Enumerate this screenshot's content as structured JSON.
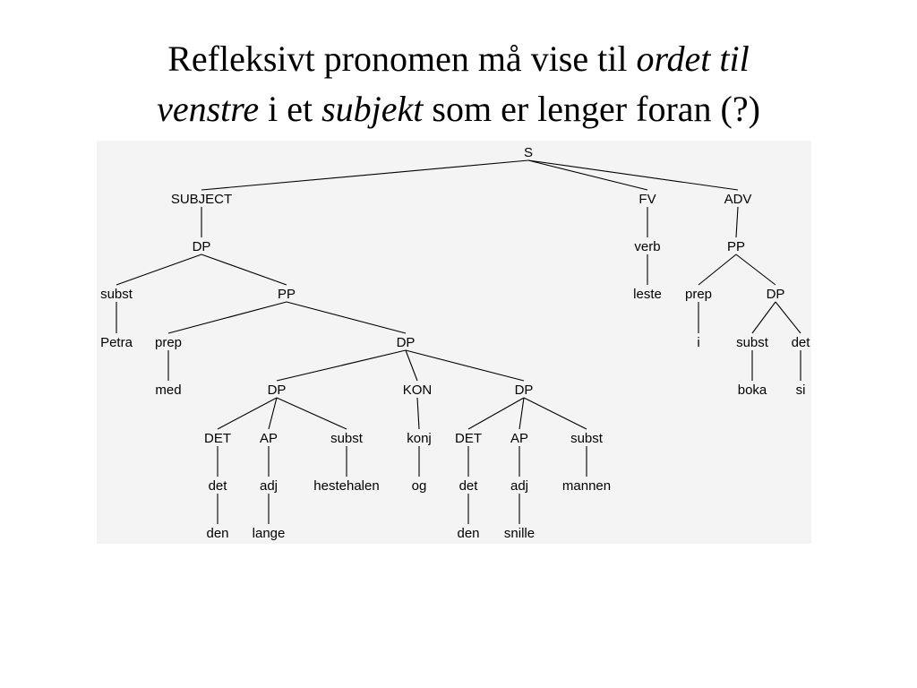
{
  "title": {
    "t1": "Refleksivt pronomen må vise til ",
    "t2": "ordet til",
    "t3": "venstre",
    "t4": " i et ",
    "t5": "subjekt",
    "t6": " som er lenger foran (?)"
  },
  "tree": {
    "nodes": [
      {
        "id": "S",
        "label": "S"
      },
      {
        "id": "SUBJ",
        "label": "SUBJECT"
      },
      {
        "id": "FV",
        "label": "FV"
      },
      {
        "id": "ADV",
        "label": "ADV"
      },
      {
        "id": "DP1",
        "label": "DP"
      },
      {
        "id": "verb",
        "label": "verb"
      },
      {
        "id": "PP2",
        "label": "PP"
      },
      {
        "id": "subst1",
        "label": "subst"
      },
      {
        "id": "PP1",
        "label": "PP"
      },
      {
        "id": "leste",
        "label": "leste"
      },
      {
        "id": "prep2",
        "label": "prep"
      },
      {
        "id": "DP5",
        "label": "DP"
      },
      {
        "id": "Petra",
        "label": "Petra"
      },
      {
        "id": "prep1",
        "label": "prep"
      },
      {
        "id": "DP2",
        "label": "DP"
      },
      {
        "id": "i",
        "label": "i"
      },
      {
        "id": "subst4",
        "label": "subst"
      },
      {
        "id": "det4",
        "label": "det"
      },
      {
        "id": "med",
        "label": "med"
      },
      {
        "id": "DP3",
        "label": "DP"
      },
      {
        "id": "KON",
        "label": "KON"
      },
      {
        "id": "DP4",
        "label": "DP"
      },
      {
        "id": "boka",
        "label": "boka"
      },
      {
        "id": "si",
        "label": "si"
      },
      {
        "id": "DET1",
        "label": "DET"
      },
      {
        "id": "AP1",
        "label": "AP"
      },
      {
        "id": "subst2",
        "label": "subst"
      },
      {
        "id": "konj",
        "label": "konj"
      },
      {
        "id": "DET2",
        "label": "DET"
      },
      {
        "id": "AP2",
        "label": "AP"
      },
      {
        "id": "subst3",
        "label": "subst"
      },
      {
        "id": "det1",
        "label": "det"
      },
      {
        "id": "adj1",
        "label": "adj"
      },
      {
        "id": "hestehalen",
        "label": "hestehalen"
      },
      {
        "id": "og",
        "label": "og"
      },
      {
        "id": "det2",
        "label": "det"
      },
      {
        "id": "adj2",
        "label": "adj"
      },
      {
        "id": "mannen",
        "label": "mannen"
      },
      {
        "id": "den1",
        "label": "den"
      },
      {
        "id": "lange",
        "label": "lange"
      },
      {
        "id": "den2",
        "label": "den"
      },
      {
        "id": "snille",
        "label": "snille"
      }
    ],
    "edges": [
      [
        "S",
        "SUBJ"
      ],
      [
        "S",
        "FV"
      ],
      [
        "S",
        "ADV"
      ],
      [
        "SUBJ",
        "DP1"
      ],
      [
        "DP1",
        "subst1"
      ],
      [
        "DP1",
        "PP1"
      ],
      [
        "subst1",
        "Petra"
      ],
      [
        "PP1",
        "prep1"
      ],
      [
        "PP1",
        "DP2"
      ],
      [
        "prep1",
        "med"
      ],
      [
        "DP2",
        "DP3"
      ],
      [
        "DP2",
        "KON"
      ],
      [
        "DP2",
        "DP4"
      ],
      [
        "DP3",
        "DET1"
      ],
      [
        "DP3",
        "AP1"
      ],
      [
        "DP3",
        "subst2"
      ],
      [
        "DET1",
        "det1"
      ],
      [
        "det1",
        "den1"
      ],
      [
        "AP1",
        "adj1"
      ],
      [
        "adj1",
        "lange"
      ],
      [
        "subst2",
        "hestehalen"
      ],
      [
        "KON",
        "konj"
      ],
      [
        "konj",
        "og"
      ],
      [
        "DP4",
        "DET2"
      ],
      [
        "DP4",
        "AP2"
      ],
      [
        "DP4",
        "subst3"
      ],
      [
        "DET2",
        "det2"
      ],
      [
        "det2",
        "den2"
      ],
      [
        "AP2",
        "adj2"
      ],
      [
        "adj2",
        "snille"
      ],
      [
        "subst3",
        "mannen"
      ],
      [
        "FV",
        "verb"
      ],
      [
        "verb",
        "leste"
      ],
      [
        "ADV",
        "PP2"
      ],
      [
        "PP2",
        "prep2"
      ],
      [
        "PP2",
        "DP5"
      ],
      [
        "prep2",
        "i"
      ],
      [
        "DP5",
        "subst4"
      ],
      [
        "DP5",
        "det4"
      ],
      [
        "subst4",
        "boka"
      ],
      [
        "det4",
        "si"
      ]
    ]
  }
}
